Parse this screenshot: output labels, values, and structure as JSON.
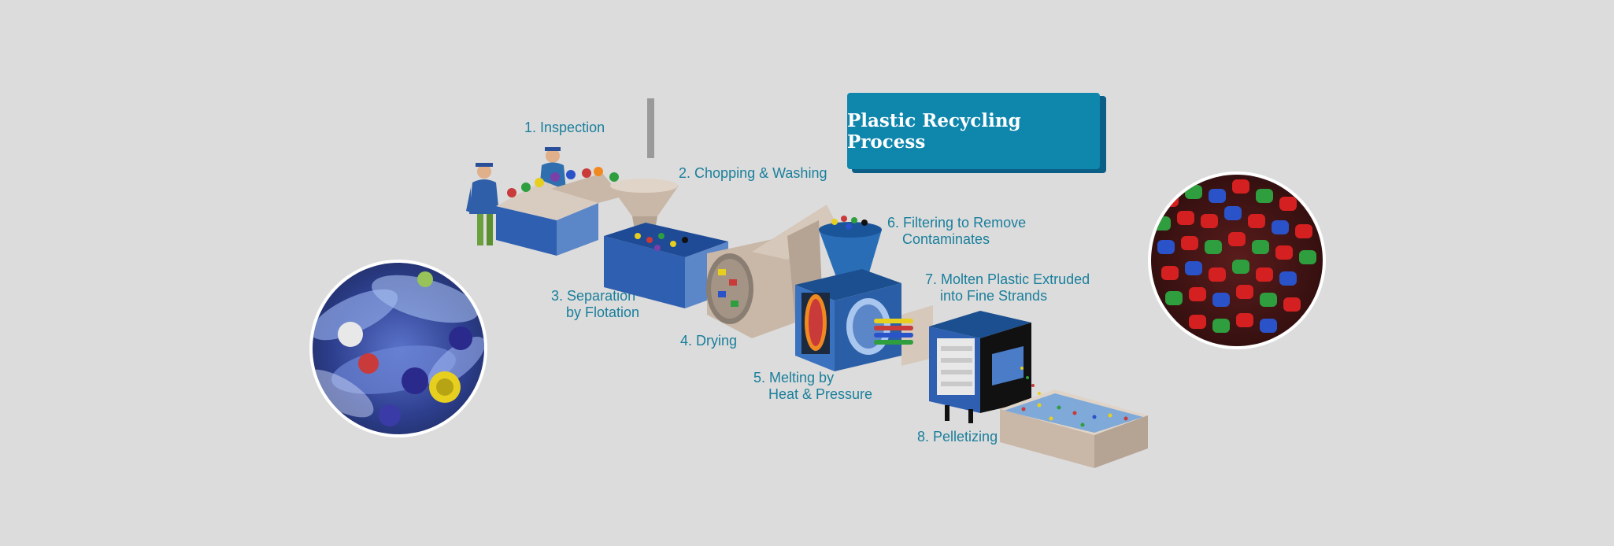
{
  "title": "Plastic Recycling Process",
  "steps": [
    {
      "num": "1.",
      "line1": "Inspection",
      "line2": ""
    },
    {
      "num": "2.",
      "line1": "Chopping & Washing",
      "line2": ""
    },
    {
      "num": "3.",
      "line1": "Separation",
      "line2": "by Flotation"
    },
    {
      "num": "4.",
      "line1": "Drying",
      "line2": ""
    },
    {
      "num": "5.",
      "line1": "Melting by",
      "line2": "Heat & Pressure"
    },
    {
      "num": "6.",
      "line1": "Filtering to Remove",
      "line2": "Contaminates"
    },
    {
      "num": "7.",
      "line1": "Molten Plastic Extruded",
      "line2": "into Fine Strands"
    },
    {
      "num": "8.",
      "line1": "Pelletizing",
      "line2": ""
    }
  ],
  "colors": {
    "background": "#dcdcdc",
    "label_text": "#1a7f9c",
    "title_box": "#0f86ac",
    "machine_blue": "#2d62b3",
    "machine_tan": "#c9b8a8"
  },
  "icons": {
    "left_photo": "plastic-bottles-photo",
    "right_photo": "plastic-pellets-photo",
    "workers": "worker-figure-icon"
  }
}
